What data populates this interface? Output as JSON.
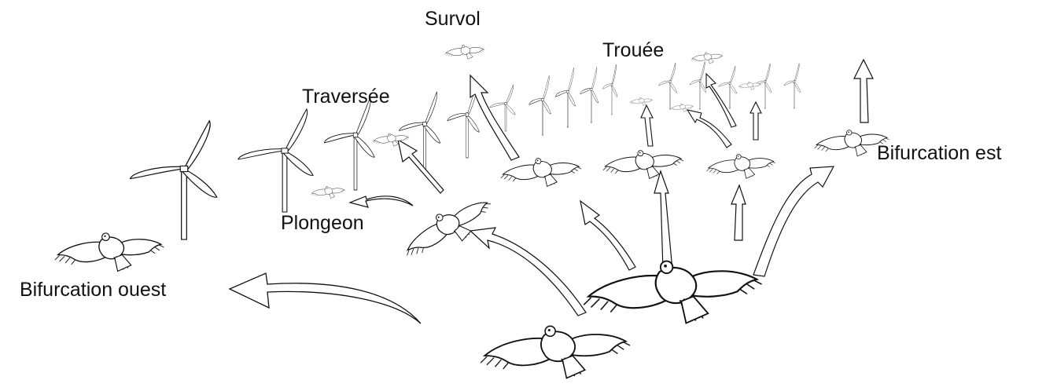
{
  "labels": {
    "survol": "Survol",
    "trouee": "Trouée",
    "traversee": "Traversée",
    "plongeon": "Plongeon",
    "bifurcation_est": "Bifurcation est",
    "bifurcation_ouest": "Bifurcation ouest"
  },
  "colors": {
    "ink": "#111111",
    "fill": "#ffffff"
  }
}
